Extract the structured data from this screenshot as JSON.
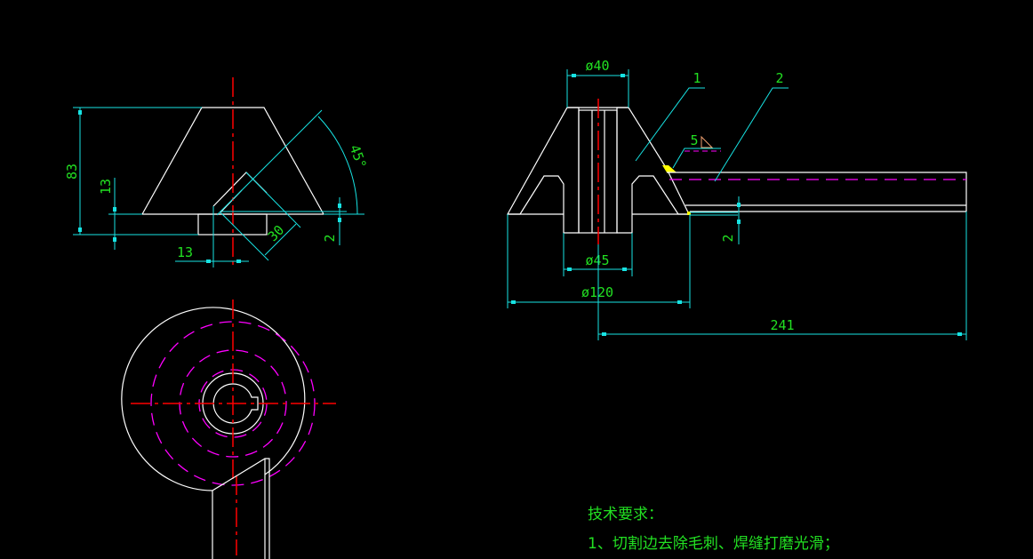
{
  "front_view": {
    "dim_height": "83",
    "dim_base_thickness": "13",
    "dim_offset": "13",
    "dim_slot_width": "30",
    "dim_angle": "45°",
    "dim_gap": "2"
  },
  "section_view": {
    "dim_top_diameter": "ø40",
    "dim_hub_diameter": "ø45",
    "dim_base_diameter": "ø120",
    "dim_length": "241",
    "dim_gap": "2",
    "leader_1": "1",
    "leader_2": "2",
    "weld_size": "5"
  },
  "technical_requirements": {
    "title": "技术要求：",
    "items": [
      "1、切割边去除毛刺、焊缝打磨光滑；"
    ]
  },
  "colors": {
    "background": "#000000",
    "geometry": "#ffffff",
    "dimension": "#17e3e3",
    "text": "#22e022",
    "centerline": "#ff0000",
    "hidden": "#ff00ff",
    "hatch": "#e0e020"
  }
}
